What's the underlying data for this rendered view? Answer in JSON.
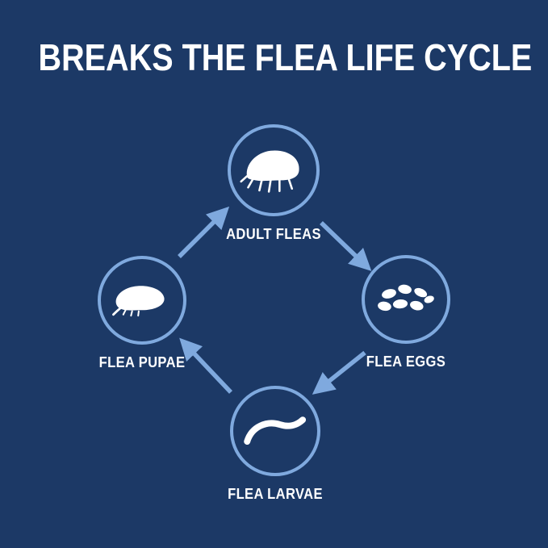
{
  "title": "BREAKS THE FLEA LIFE CYCLE",
  "colors": {
    "background": "#1c3966",
    "accent": "#7fa9de",
    "text": "#ffffff"
  },
  "cycle": {
    "nodes": {
      "adult": {
        "label": "ADULT FLEAS",
        "icon": "flea-icon"
      },
      "eggs": {
        "label": "FLEA EGGS",
        "icon": "eggs-icon"
      },
      "larvae": {
        "label": "FLEA LARVAE",
        "icon": "larva-icon"
      },
      "pupae": {
        "label": "FLEA PUPAE",
        "icon": "pupa-icon"
      }
    },
    "arrows": [
      "pupae-to-adult",
      "adult-to-eggs",
      "eggs-to-larvae",
      "larvae-to-pupae"
    ]
  }
}
